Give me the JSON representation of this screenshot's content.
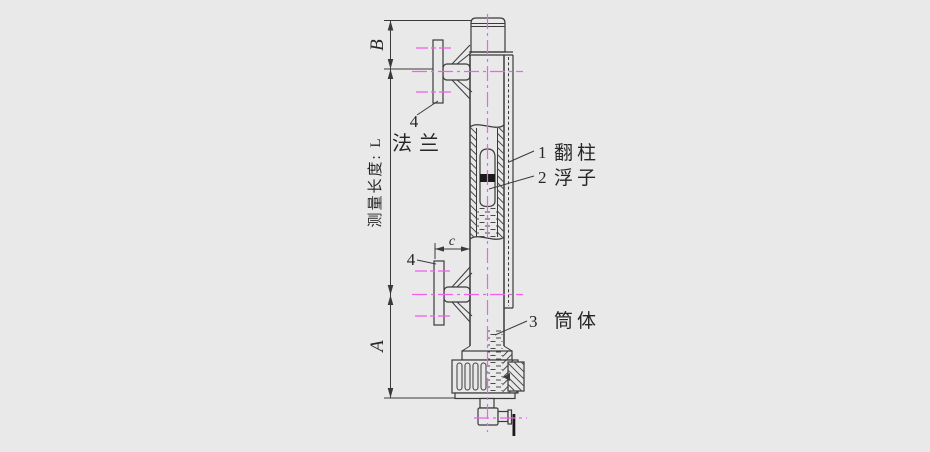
{
  "colors": {
    "background": "#e9e9e9",
    "line": "#3a3a3a",
    "centerline_pink": "#f05fee",
    "float_band": "#1a1a1a",
    "text": "#262626"
  },
  "dimensions": {
    "b": "B",
    "measuring_length": "测量长度: L",
    "a": "A",
    "c": "c"
  },
  "callouts": {
    "upper_flange": {
      "num": "4",
      "label": "法兰"
    },
    "lower_flange": {
      "num": "4"
    },
    "parts": [
      {
        "num": "1",
        "label": "翻柱"
      },
      {
        "num": "2",
        "label": "浮子"
      },
      {
        "num": "3",
        "label": "筒体"
      }
    ]
  }
}
